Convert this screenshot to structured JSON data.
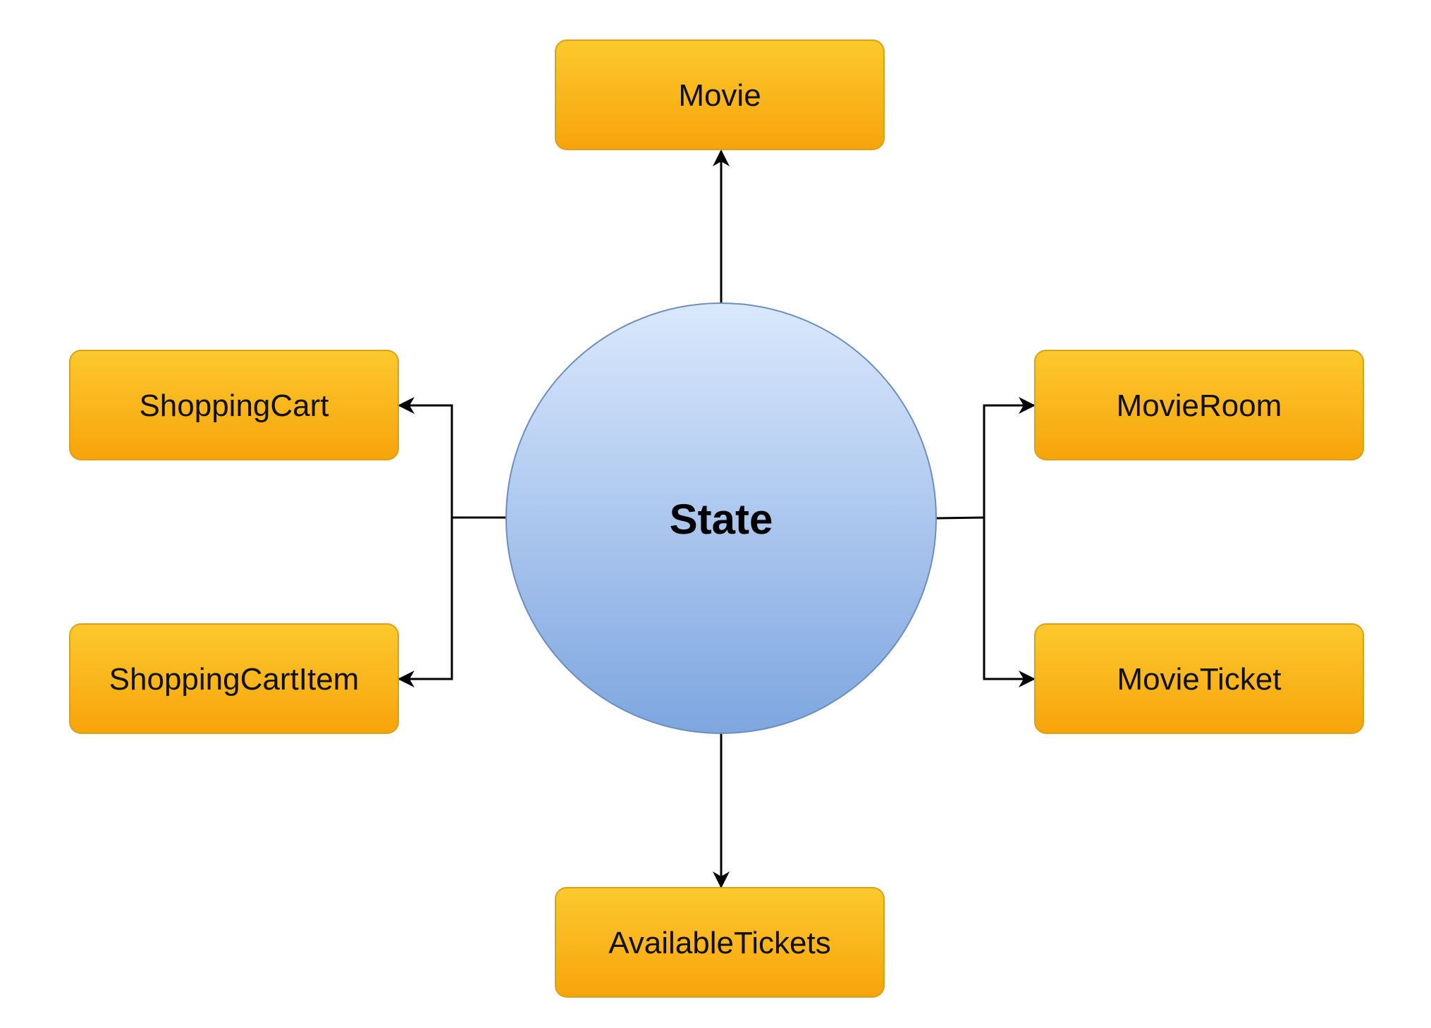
{
  "center": {
    "label": "State",
    "color_top": "#dae8fc",
    "color_bottom": "#7ea6e0",
    "stroke": "#6c8ebf"
  },
  "nodes": {
    "movie": "Movie",
    "shopping_cart": "ShoppingCart",
    "shopping_cart_item": "ShoppingCartItem",
    "movie_room": "MovieRoom",
    "movie_ticket": "MovieTicket",
    "available_tickets": "AvailableTickets"
  },
  "colors": {
    "box_top": "#fcc92e",
    "box_bottom": "#f7a40a",
    "box_stroke": "#d6a21e",
    "edge": "#000000"
  }
}
